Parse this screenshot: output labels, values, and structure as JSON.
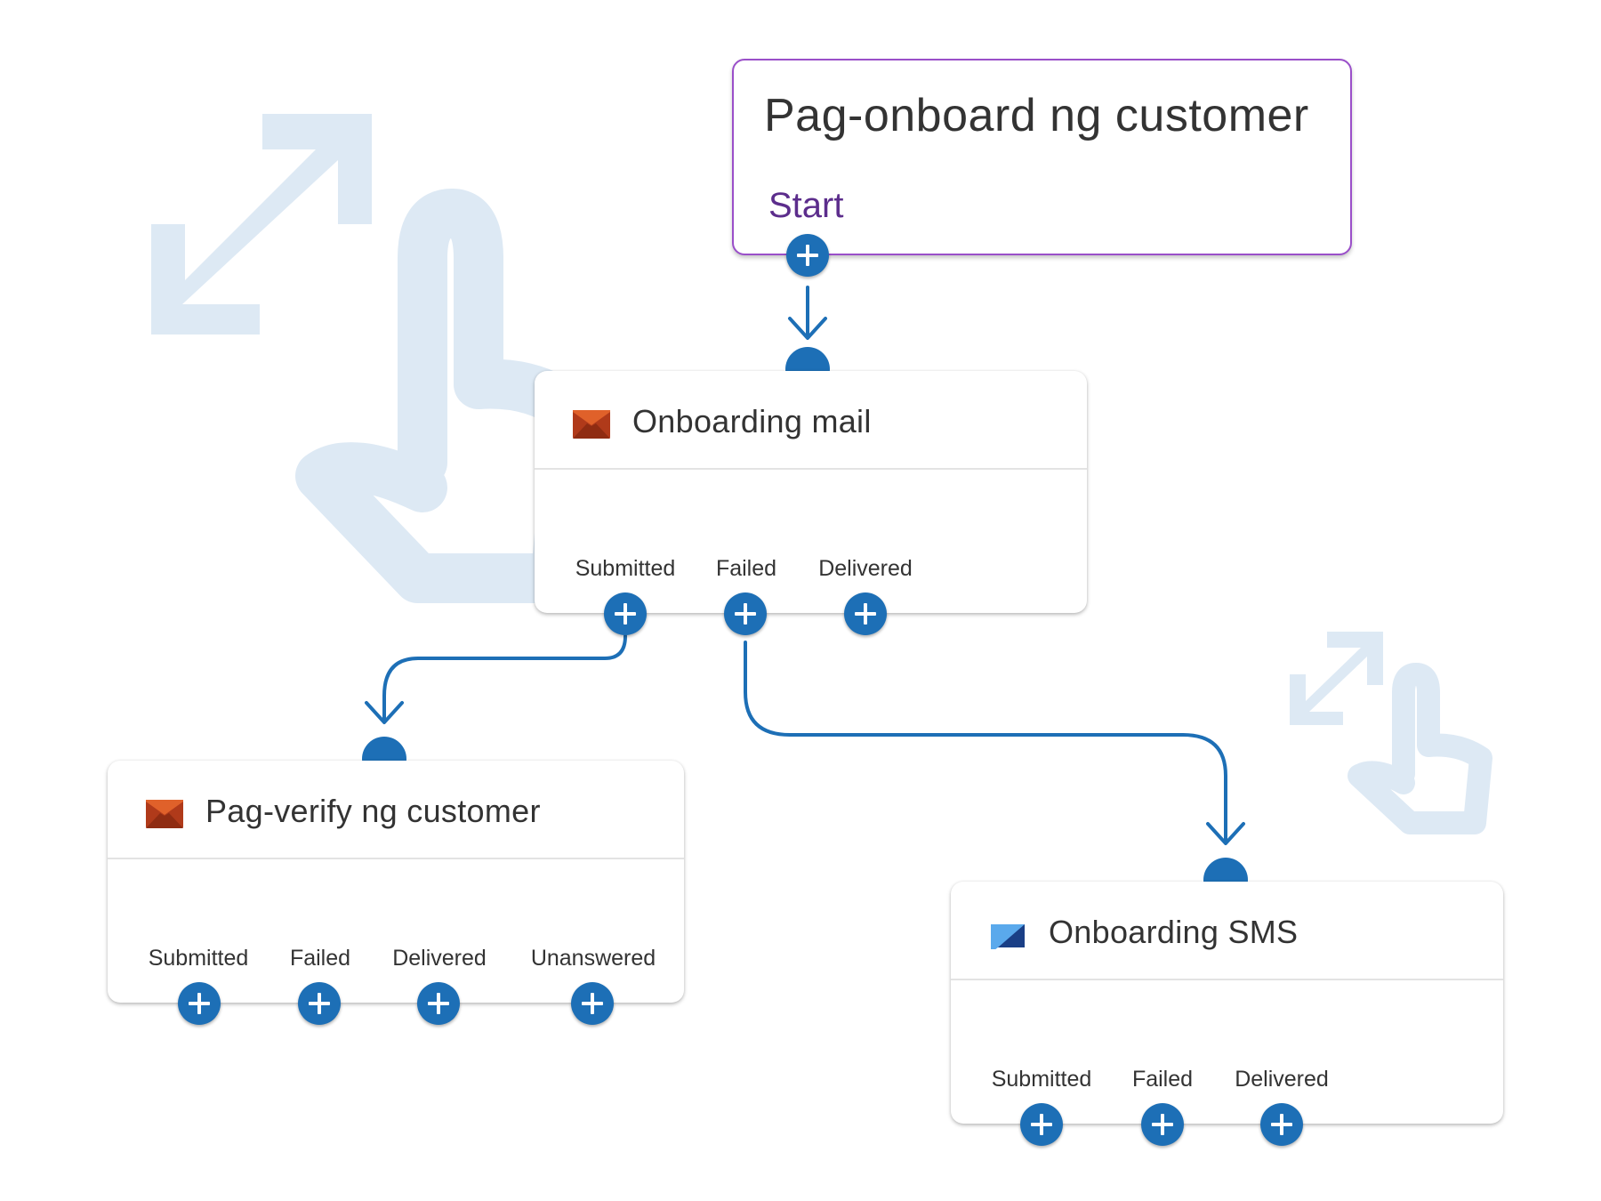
{
  "colors": {
    "accent": "#1d6fb6",
    "start_border": "#9a4fc9",
    "start_label": "#5c2d8c",
    "text": "#333333",
    "watermark": "#dde9f4",
    "mail_icon": "#b03a1a"
  },
  "start_node": {
    "title": "Pag-onboard ng customer",
    "label": "Start"
  },
  "nodes": {
    "onboarding_mail": {
      "icon": "envelope-icon",
      "title": "Onboarding mail",
      "outlets": [
        "Submitted",
        "Failed",
        "Delivered"
      ]
    },
    "verify_customer": {
      "icon": "envelope-icon",
      "title": "Pag-verify ng customer",
      "outlets": [
        "Submitted",
        "Failed",
        "Delivered",
        "Unanswered"
      ]
    },
    "onboarding_sms": {
      "icon": "sms-icon",
      "title": "Onboarding SMS",
      "outlets": [
        "Submitted",
        "Failed",
        "Delivered"
      ]
    }
  },
  "background_icons": [
    "expand-arrows-icon",
    "hand-pointer-icon"
  ]
}
